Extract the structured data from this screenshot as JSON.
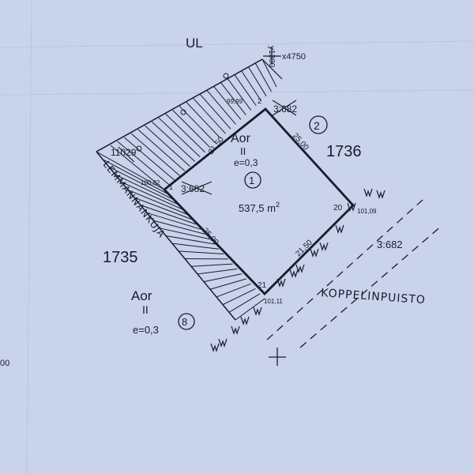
{
  "map": {
    "bg_color": "#c9d3ec",
    "ink_color": "#1a1c2a",
    "top_label": "UL",
    "coord_y": "y1300",
    "coord_x": "x4750",
    "road_name": "LEMMANNANKUJA",
    "park_name": "KOPPELINPUISTO",
    "road_code_top": "11029",
    "park_code": "3:682",
    "left_partial_label": "00",
    "plot": {
      "zoning": "Aor",
      "floors": "II",
      "efficiency": "e=0,3",
      "number": "1",
      "area": "537,5 m",
      "area_sup": "2",
      "cross_labels": [
        "3:682",
        "3:682"
      ],
      "corner_labels": [
        "1",
        "2",
        "20",
        "21"
      ],
      "elevations": [
        "100,82",
        "99,99",
        "101,09",
        "101,11"
      ],
      "side_lengths": [
        "21,50",
        "25,00",
        "21,50",
        "25,00"
      ]
    },
    "block_1736": {
      "number": "1736",
      "plot_number": "2"
    },
    "block_1735": {
      "number": "1735",
      "zoning": "Aor",
      "floors": "II",
      "efficiency": "e=0,3",
      "plot_number": "8"
    }
  }
}
